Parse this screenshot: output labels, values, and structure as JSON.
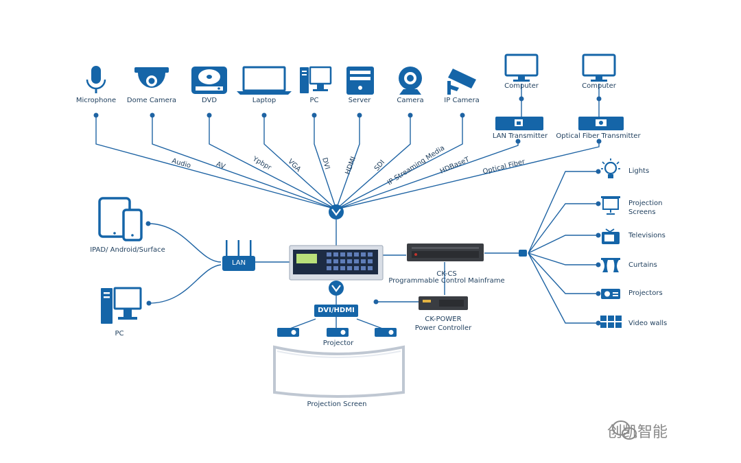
{
  "sources": {
    "microphone": "Microphone",
    "dome_camera": "Dome Camera",
    "dvd": "DVD",
    "laptop": "Laptop",
    "pc": "PC",
    "server": "Server",
    "camera": "Camera",
    "ip_camera": "IP Camera",
    "computer_1": "Computer",
    "computer_2": "Computer",
    "lan_transmitter": "LAN Transmitter",
    "optical_fiber_transmitter": "Optical Fiber Transmitter"
  },
  "signals": {
    "audio": "Audio",
    "av": "AV",
    "ypbpr": "Ypbpr",
    "vga": "VGA",
    "dvi": "DVI",
    "hdmi": "HDMI",
    "sdi": "SDI",
    "ip_streaming_media": "IP Streaming Media",
    "hdbaset": "HDBaseT",
    "optical_fiber": "Optical Fiber"
  },
  "control": {
    "tablet": "IPAD/ Android/Surface",
    "pc": "PC",
    "lan": "LAN"
  },
  "core": {
    "mainframe_model": "CK-CS",
    "mainframe_name": "Programmable Control Mainframe",
    "power_model": "CK-POWER",
    "power_name": "Power Controller",
    "dvi_hdmi": "DVI/HDMI",
    "projector": "Projector",
    "projection_screen": "Projection Screen"
  },
  "outputs": {
    "lights": "Lights",
    "projection_screens_1": "Projection",
    "projection_screens_2": "Screens",
    "televisions": "Televisions",
    "curtains": "Curtains",
    "projectors": "Projectors",
    "video_walls": "Video walls"
  },
  "watermark": "创凯智能",
  "colors": {
    "primary": "#1565a8",
    "line": "#1e63a3",
    "text": "#1d3d5c"
  }
}
